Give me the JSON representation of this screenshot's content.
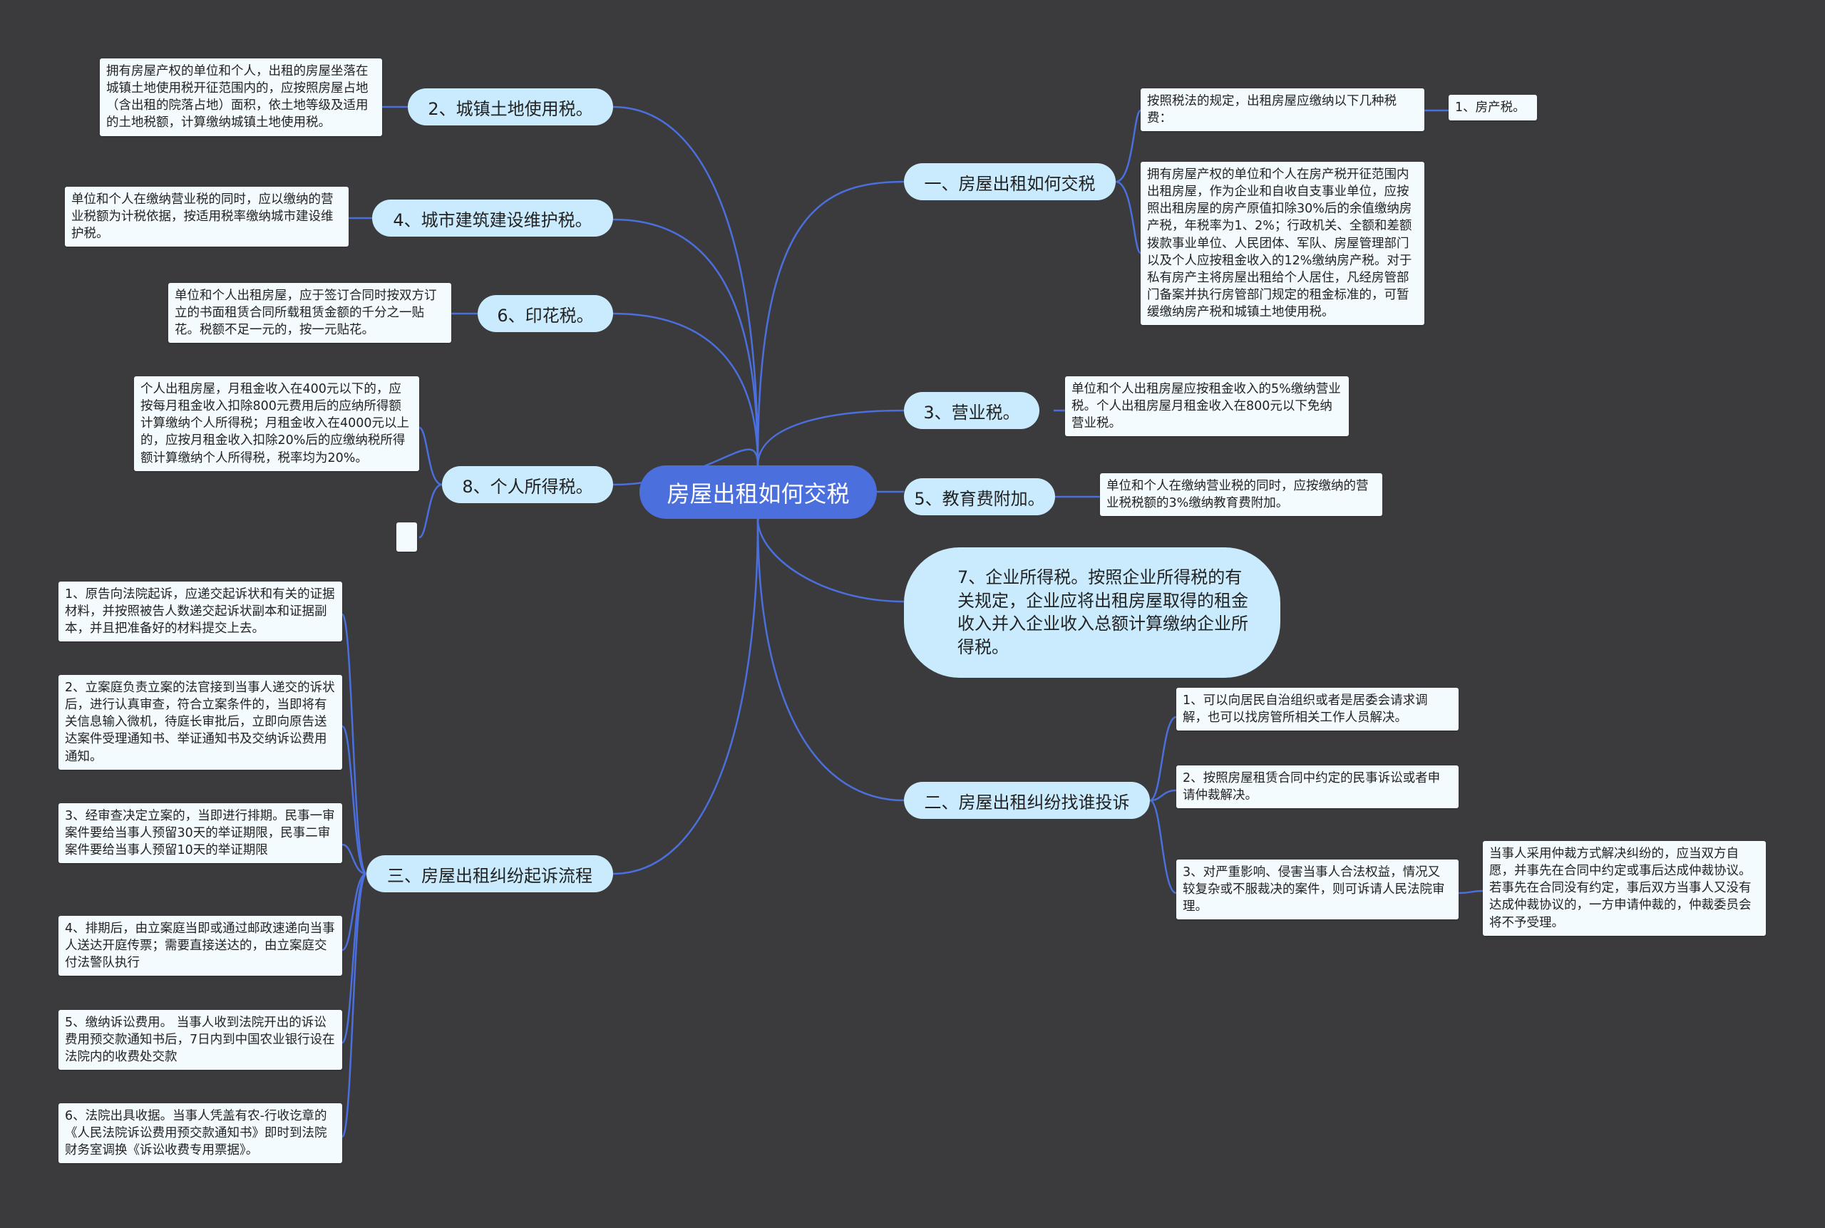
{
  "root": "房屋出租如何交税",
  "branches": {
    "b1": "一、房屋出租如何交税",
    "b2": "2、城镇土地使用税。",
    "b3": "3、营业税。",
    "b4": "4、城市建筑建设维护税。",
    "b5": "5、教育费附加。",
    "b6": "6、印花税。",
    "b7": "7、企业所得税。按照企业所得税的有关规定，企业应将出租房屋取得的租金收入并入企业收入总额计算缴纳企业所得税。",
    "b8": "8、个人所得税。",
    "b9": "二、房屋出租纠纷找谁投诉",
    "b10": "三、房屋出租纠纷起诉流程"
  },
  "leaves": {
    "l1a": "按照税法的规定，出租房屋应缴纳以下几种税费：",
    "l1a1": "1、房产税。",
    "l1b": "拥有房屋产权的单位和个人在房产税开征范围内出租房屋，作为企业和自收自支事业单位，应按照出租房屋的房产原值扣除30%后的余值缴纳房产税，年税率为1、2%；行政机关、全额和差额拨款事业单位、人民团体、军队、房屋管理部门以及个人应按租金收入的12%缴纳房产税。对于私有房产主将房屋出租给个人居住，凡经房管部门备案并执行房管部门规定的租金标准的，可暂缓缴纳房产税和城镇土地使用税。",
    "l2": "拥有房屋产权的单位和个人，出租的房屋坐落在城镇土地使用税开征范围内的，应按照房屋占地（含出租的院落占地）面积，依土地等级及适用的土地税额，计算缴纳城镇土地使用税。",
    "l3": "单位和个人出租房屋应按租金收入的5%缴纳营业税。个人出租房屋月租金收入在800元以下免纳营业税。",
    "l4": "单位和个人在缴纳营业税的同时，应以缴纳的营业税额为计税依据，按适用税率缴纳城市建设维护税。",
    "l5": "单位和个人在缴纳营业税的同时，应按缴纳的营业税税额的3%缴纳教育费附加。",
    "l6": "单位和个人出租房屋，应于签订合同时按双方订立的书面租赁合同所载租赁金额的千分之一贴花。税额不足一元的，按一元贴花。",
    "l8": "个人出租房屋，月租金收入在400元以下的，应按每月租金收入扣除800元费用后的应纳所得额计算缴纳个人所得税；月租金收入在4000元以上的，应按月租金收入扣除20%后的应缴纳税所得额计算缴纳个人所得税，税率均为20%。",
    "l9a": "1、可以向居民自治组织或者是居委会请求调解，也可以找房管所相关工作人员解决。",
    "l9b": "2、按照房屋租赁合同中约定的民事诉讼或者申请仲裁解决。",
    "l9c": "3、对严重影响、侵害当事人合法权益，情况又较复杂或不服裁决的案件，则可诉请人民法院审理。",
    "l9c1": "当事人采用仲裁方式解决纠纷的，应当双方自愿，并事先在合同中约定或事后达成仲裁协议。若事先在合同没有约定，事后双方当事人又没有达成仲裁协议的，一方申请仲裁的，仲裁委员会将不予受理。",
    "l10a": "1、原告向法院起诉，应递交起诉状和有关的证据材料，并按照被告人数递交起诉状副本和证据副本，并且把准备好的材料提交上去。",
    "l10b": "2、立案庭负责立案的法官接到当事人递交的诉状后，进行认真审查，符合立案条件的，当即将有关信息输入微机，待庭长审批后，立即向原告送达案件受理通知书、举证通知书及交纳诉讼费用通知。",
    "l10c": "3、经审查决定立案的，当即进行排期。民事一审案件要给当事人预留30天的举证期限，民事二审案件要给当事人预留10天的举证期限",
    "l10d": "4、排期后，由立案庭当即或通过邮政速递向当事人送达开庭传票；需要直接送达的，由立案庭交付法警队执行",
    "l10e": "5、缴纳诉讼费用。 当事人收到法院开出的诉讼费用预交款通知书后，7日内到中国农业银行设在法院内的收费处交款",
    "l10f": "6、法院出具收据。当事人凭盖有农-行收讫章的《人民法院诉讼费用预交款通知书》即时到法院财务室调换《诉讼收费专用票据》。"
  },
  "colors": {
    "background": "#3b3b3d",
    "link": "#4b6fdc",
    "root": "#4b6fdc",
    "branch": "#c9ebfd",
    "leaf": "#f3fbff"
  }
}
